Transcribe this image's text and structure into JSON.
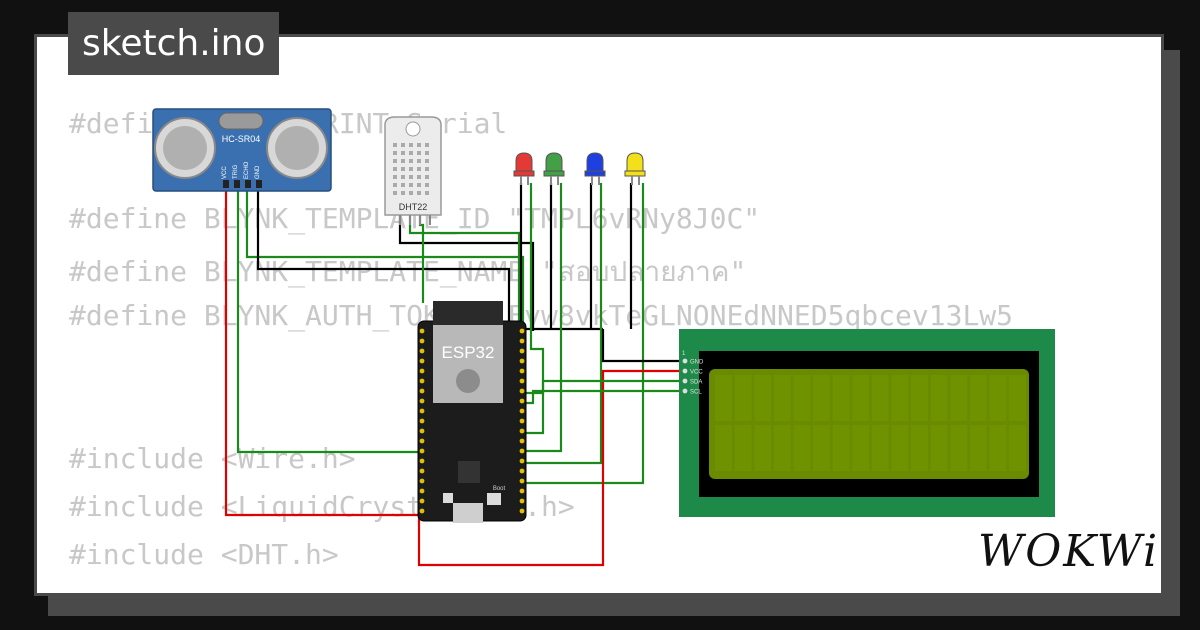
{
  "file_tab": {
    "label": "sketch.ino"
  },
  "code_lines": [
    "#define BLYNK_PRINT Serial",
    "",
    "#define BLYNK_TEMPLATE_ID \"TMPL6vRNy8J0C\"",
    "#define BLYNK_TEMPLATE_NAME \"สอบปลายภาค\"",
    "#define BLYNK_AUTH_TOKEN \"Fvw8vkTeGLNONEdNNED5qbcev13Lw5",
    "",
    "",
    "#include <Wire.h>",
    "#include <LiquidCrystal_I2C.h>",
    "#include <DHT.h>"
  ],
  "components": {
    "ultrasonic": {
      "label": "HC-SR04",
      "pins": [
        "VCC",
        "TRIG",
        "ECHO",
        "GND"
      ]
    },
    "dht": {
      "label": "DHT22"
    },
    "leds": [
      {
        "name": "red-led",
        "color": "#e53935"
      },
      {
        "name": "green-led",
        "color": "#43a047"
      },
      {
        "name": "blue-led",
        "color": "#1e40e0"
      },
      {
        "name": "yellow-led",
        "color": "#f4e01a"
      }
    ],
    "esp32": {
      "label": "ESP32",
      "boot_label": "Boot"
    },
    "lcd": {
      "pin1": "1",
      "pins": [
        "GND",
        "VCC",
        "SDA",
        "SCL"
      ]
    }
  },
  "wire_colors": {
    "red": "#e00000",
    "green": "#1a8a1a",
    "black": "#000000"
  },
  "logo": {
    "text": "WOKWi"
  }
}
